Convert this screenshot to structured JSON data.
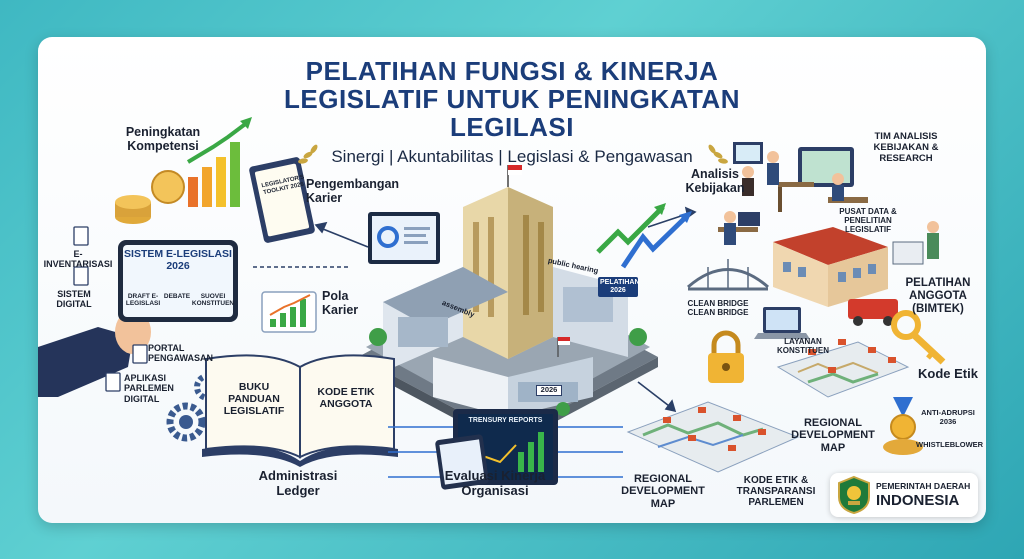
{
  "title_lines": [
    "PELATIHAN FUNGSI & KINERJA",
    "LEGISLATIF UNTUK PENINGKATAN",
    "LEGILASI"
  ],
  "subtitle": "Sinergi | Akuntabilitas | Legislasi & Pengawasan",
  "labels": {
    "peningkatan_kompetensi": "Peningkatan Kompetensi",
    "pengembangan_karier": "Pengembangan Karier",
    "toolkit": "LEGISLATOR'S TOOLKIT 2026",
    "sistem_elegislasi": "SISTEM E-LEGISLASI 2026",
    "draft_elegislasi": "DRAFT E-LEGISLASI",
    "debate": "DEBATE",
    "suovei": "SUOVEI KONSTITUEN",
    "e_inventarisasi": "E-INVENTARISASI",
    "sistem_digital": "SISTEM DIGITAL",
    "portal_pengawasan": "PORTAL PENGAWASAN",
    "aplikasi_parlemen": "APLIKASI PARLEMEN DIGITAL",
    "pola_karier": "Pola Karier",
    "buku_panduan": "BUKU PANDUAN LEGISLATIF",
    "kode_etik_anggota": "KODE ETIK ANGGOTA",
    "administrasi_ledger": "Administrasi Ledger",
    "evaluasi_kinerja": "Evaluasi Kinerja Organisasi",
    "treasury_reports": "TRENSURY REPORTS",
    "analisis_kebijakan": "Analisis Kebijakan",
    "tim_analisis": "TIM ANALISIS KEBIJAKAN & RESEARCH",
    "pusat_data": "PUSAT DATA & PENELITIAN LEGISLATIF",
    "clean_bridge": "CLEAN BRIDGE CLEAN BRIDGE",
    "layanan_konstituen": "LAYANAN KONSTITUEN",
    "pelatihan_anggota": "PELATIHAN ANGGOTA (BIMTEK)",
    "kode_etik": "Kode Etik",
    "anti_korupsi": "ANTI-ADRUPSI 2036",
    "whistleblower": "WHISTLEBLOWER",
    "regional_map_right": "REGIONAL DEVELOPMENT MAP",
    "regional_map_bottom": "REGIONAL DEVELOPMENT MAP",
    "kode_etik_transparansi": "KODE ETIK & TRANSPARANSI PARLEMEN",
    "public_hearing": "public hearing",
    "assembly": "assembly",
    "year_badge": "2026",
    "pelatihan_badge": "PELATIHAN 2026"
  },
  "logo": {
    "line1": "PEMERINTAH DAERAH",
    "line2": "INDONESIA"
  },
  "colors": {
    "title": "#1b3d7a",
    "accent_green": "#3aa845",
    "accent_blue": "#2f6fd0",
    "gold": "#d9a23a"
  }
}
